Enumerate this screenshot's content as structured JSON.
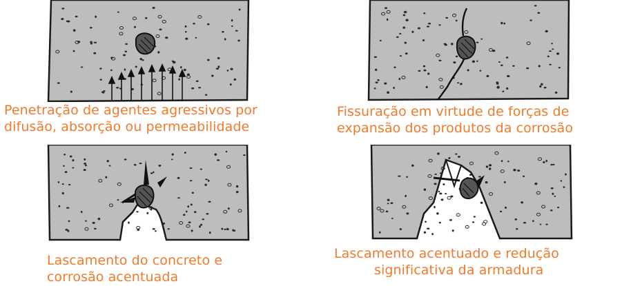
{
  "panels": [
    {
      "caption_lines": [
        "Penetração de agentes agressivos por",
        "difusão, absorção ou permeabilidade"
      ]
    },
    {
      "caption_lines": [
        "Fissuração em virtude de forças de",
        "expansão dos produtos da corrosão"
      ]
    },
    {
      "caption_lines": [
        "Lascamento do concreto e",
        "corrosão acentuada"
      ]
    },
    {
      "caption_lines": [
        "Lascamento acentuado e redução",
        "significativa da armadura"
      ]
    }
  ],
  "colors": {
    "caption": "#f07a2b",
    "concrete": "#bdbdbd",
    "outline": "#1a1a1a"
  }
}
